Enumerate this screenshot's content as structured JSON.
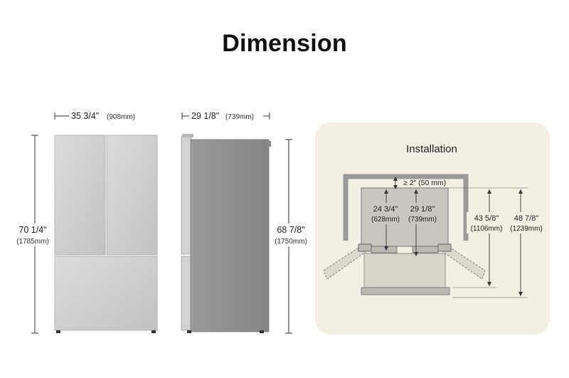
{
  "title": "Dimension",
  "front": {
    "width_in": "35 3/4\"",
    "width_mm": "(908mm)",
    "height_in": "70 1/4\"",
    "height_mm": "(1785mm)"
  },
  "side": {
    "depth_in": "29 1/8\"",
    "depth_mm": "(739mm)",
    "height_in": "68 7/8\"",
    "height_mm": "(1750mm)"
  },
  "installation": {
    "title": "Installation",
    "clearance": "≥ 2\" (50 mm)",
    "depth_a_in": "24 3/4\"",
    "depth_a_mm": "(628mm)",
    "depth_b_in": "29 1/8\"",
    "depth_b_mm": "(739mm)",
    "open_a_in": "43 5/8\"",
    "open_a_mm": "(1106mm)",
    "open_b_in": "48 7/8\"",
    "open_b_mm": "(1239mm)"
  },
  "colors": {
    "panel_bg": "#f3efe3",
    "steel_light": "#d4d4d4",
    "steel_mid": "#bdbdbd",
    "side_dark": "#8e8e8e",
    "wall": "#9a9a9a"
  }
}
